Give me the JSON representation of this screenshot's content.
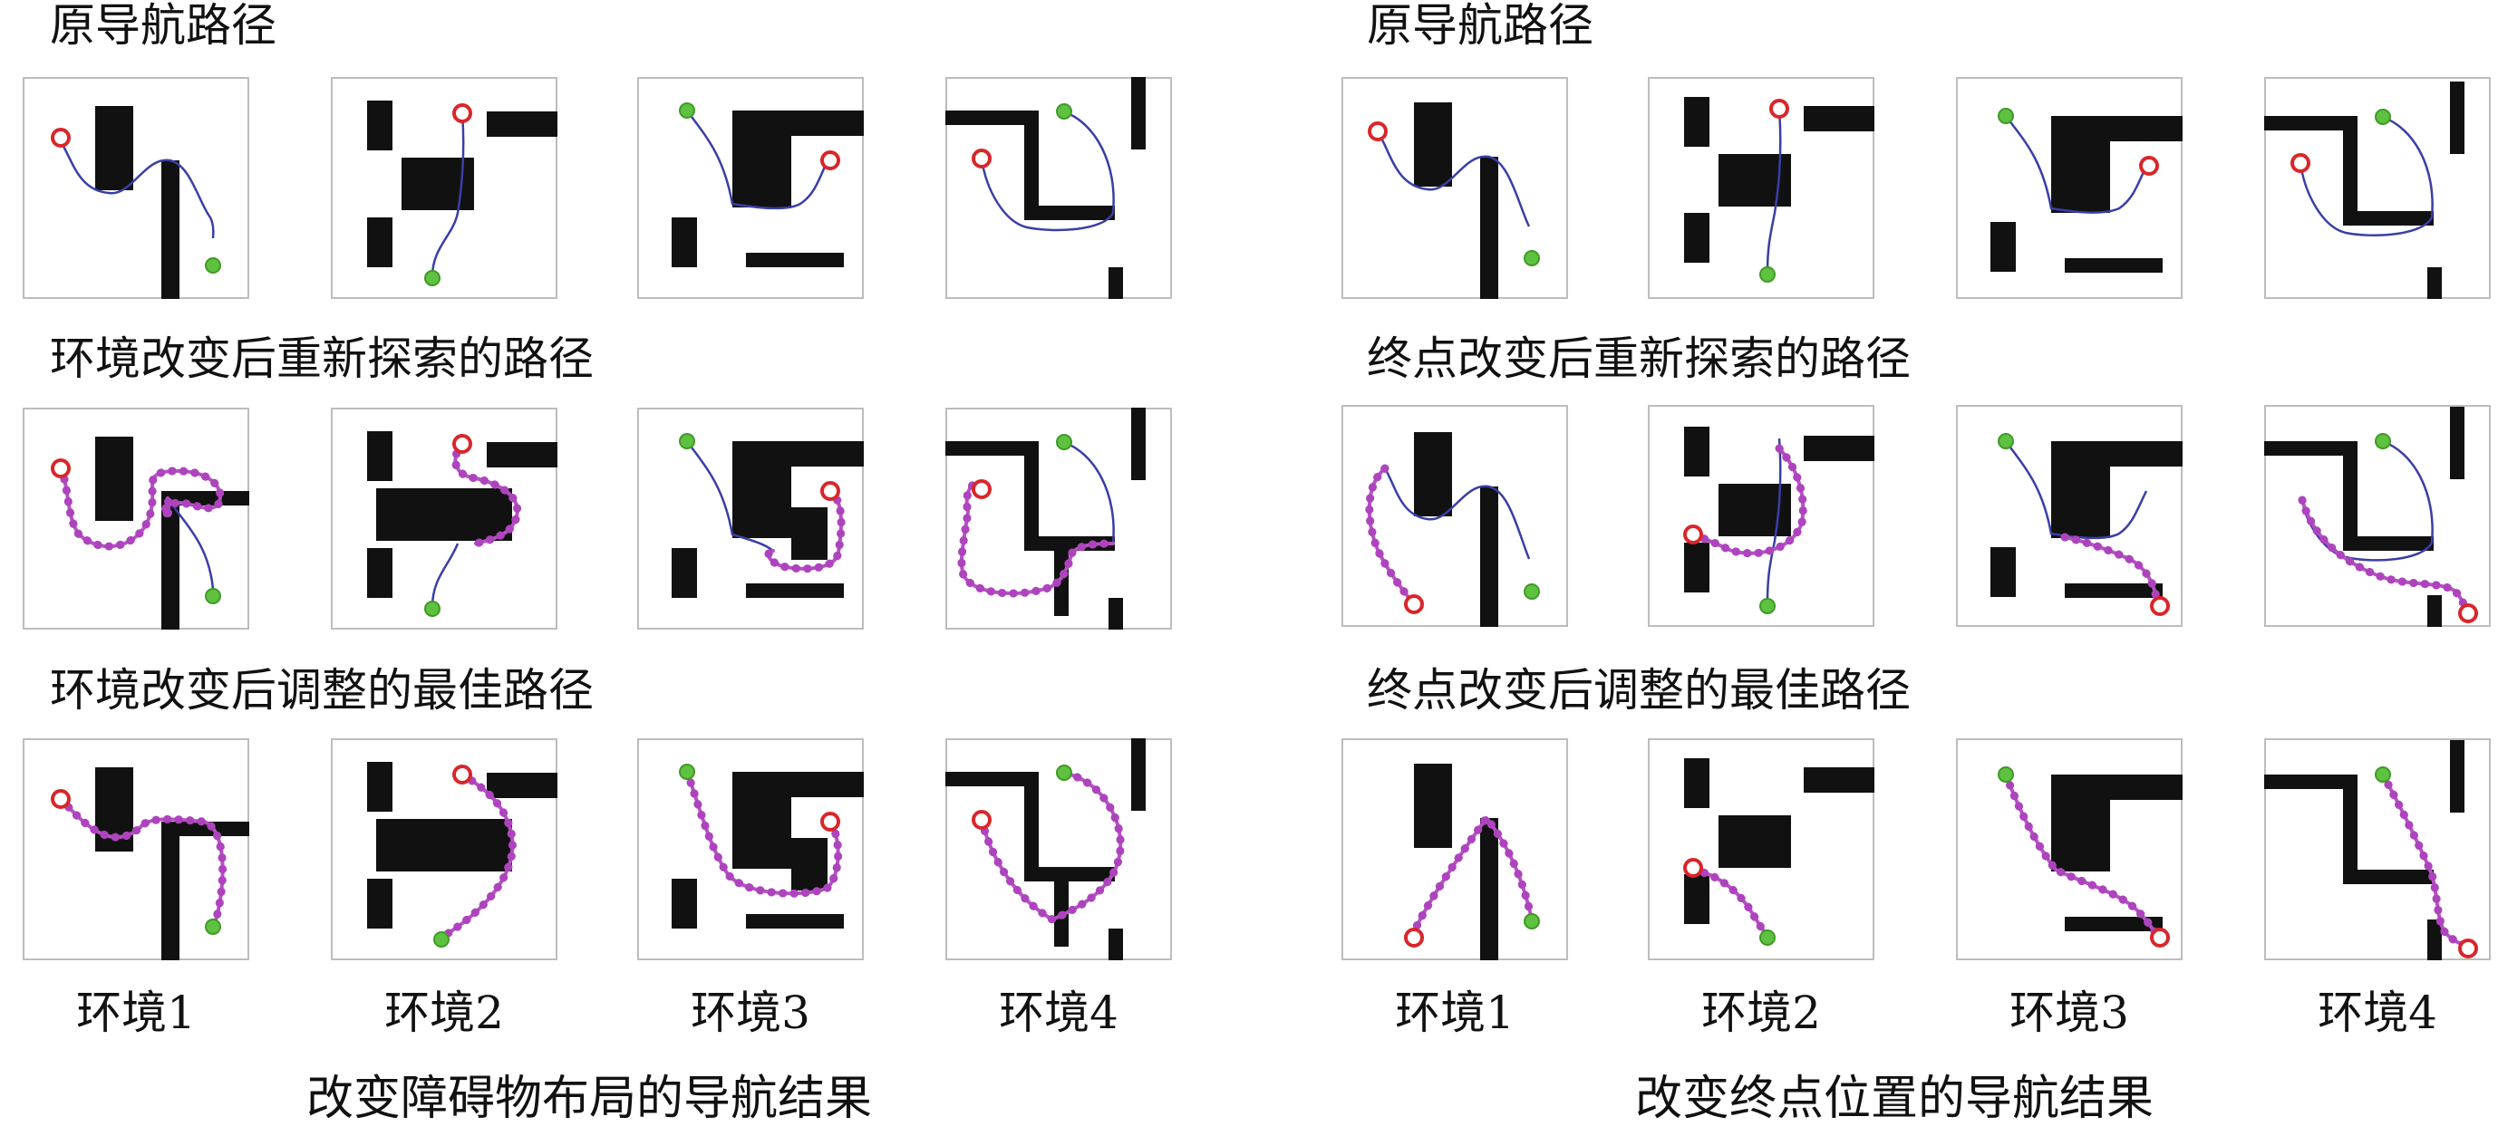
{
  "colors": {
    "obstacle": "#111111",
    "original_path": "#3a3ea6",
    "replanned_path": "#ad44bd",
    "goal_marker": "#5ec13f",
    "start_marker": "#d9262a"
  },
  "left": {
    "row_titles": [
      "原导航路径",
      "环境改变后重新探索的路径",
      "环境改变后调整的最佳路径"
    ],
    "env_labels": [
      "环境1",
      "环境2",
      "环境3",
      "环境4"
    ],
    "caption": "改变障碍物布局的导航结果"
  },
  "right": {
    "row_titles": [
      "原导航路径",
      "终点改变后重新探索的路径",
      "终点改变后调整的最佳路径"
    ],
    "env_labels": [
      "环境1",
      "环境2",
      "环境3",
      "环境4"
    ],
    "caption": "改变终点位置的导航结果"
  }
}
